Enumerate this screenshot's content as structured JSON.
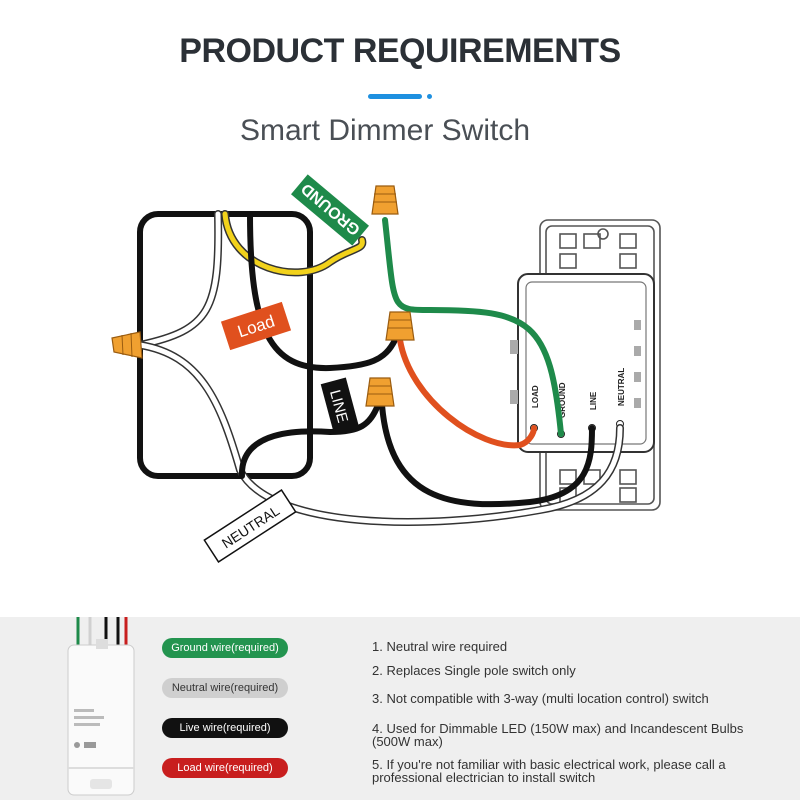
{
  "header": {
    "title": "PRODUCT REQUIREMENTS",
    "subtitle": "Smart Dimmer Switch",
    "accent_color": "#1e90e0"
  },
  "diagram": {
    "labels": {
      "ground": "GROUND",
      "load": "Load",
      "line": "LINE",
      "neutral": "NEUTRAL"
    },
    "terminal_labels": {
      "load": "LOAD",
      "ground": "GROUND",
      "line": "LINE",
      "neutral": "NEUTRAL"
    },
    "colors": {
      "ground": "#1e8a4a",
      "load": "#e0501e",
      "line": "#111111",
      "neutral": "#ffffff",
      "hot_yellow": "#f2d21b",
      "wire_nut": "#f0a030"
    }
  },
  "legend": {
    "items": [
      {
        "label": "Ground wire(required)",
        "bg": "#23944f",
        "fg": "#ffffff"
      },
      {
        "label": "Neutral wire(required)",
        "bg": "#cfcfcf",
        "fg": "#333333"
      },
      {
        "label": "Live wire(required)",
        "bg": "#111111",
        "fg": "#ffffff"
      },
      {
        "label": "Load wire(required)",
        "bg": "#c81e1e",
        "fg": "#ffffff"
      }
    ]
  },
  "requirements": [
    "1. Neutral wire required",
    "2. Replaces Single pole switch only",
    "3. Not compatible with 3-way (multi location control) switch",
    "4. Used for Dimmable LED (150W max) and Incandescent Bulbs (500W max)",
    "5. If you're not familiar with basic electrical work, please call a professional electrician to install switch"
  ]
}
